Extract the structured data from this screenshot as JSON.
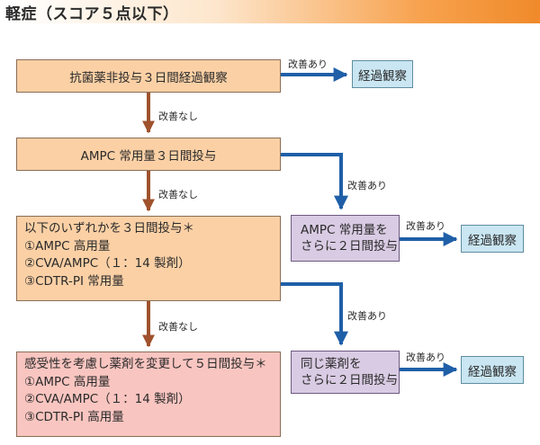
{
  "header": {
    "title": "軽症（スコア５点以下）"
  },
  "steps": {
    "step1": "抗菌薬非投与３日間経過観察",
    "step2": "AMPC 常用量３日間投与",
    "step3": {
      "title": "以下のいずれかを３日間投与＊",
      "items": [
        "①AMPC 高用量",
        "②CVA/AMPC（１：14 製剤）",
        "③CDTR-PI 常用量"
      ]
    },
    "step4": {
      "title": "感受性を考慮し薬剤を変更して５日間投与＊",
      "items": [
        "①AMPC 高用量",
        "②CVA/AMPC（１：14 製剤）",
        "③CDTR-PI 高用量"
      ]
    }
  },
  "side": {
    "ampc_continue": [
      "AMPC 常用量を",
      "さらに２日間投与"
    ],
    "same_drug": [
      "同じ薬剤を",
      "さらに２日間投与"
    ]
  },
  "outcomes": {
    "observe1": "経過観察",
    "observe2": "経過観察",
    "observe3": "経過観察"
  },
  "labels": {
    "improved": "改善あり",
    "not_improved": "改善なし"
  },
  "colors": {
    "step_fill": "#fbd0a5",
    "final_fill": "#f9c5c0",
    "side_fill": "#d9cbe3",
    "outcome_fill": "#c9e6f2",
    "arrow_down": "#a0522d",
    "arrow_improve": "#1f5fa8"
  }
}
